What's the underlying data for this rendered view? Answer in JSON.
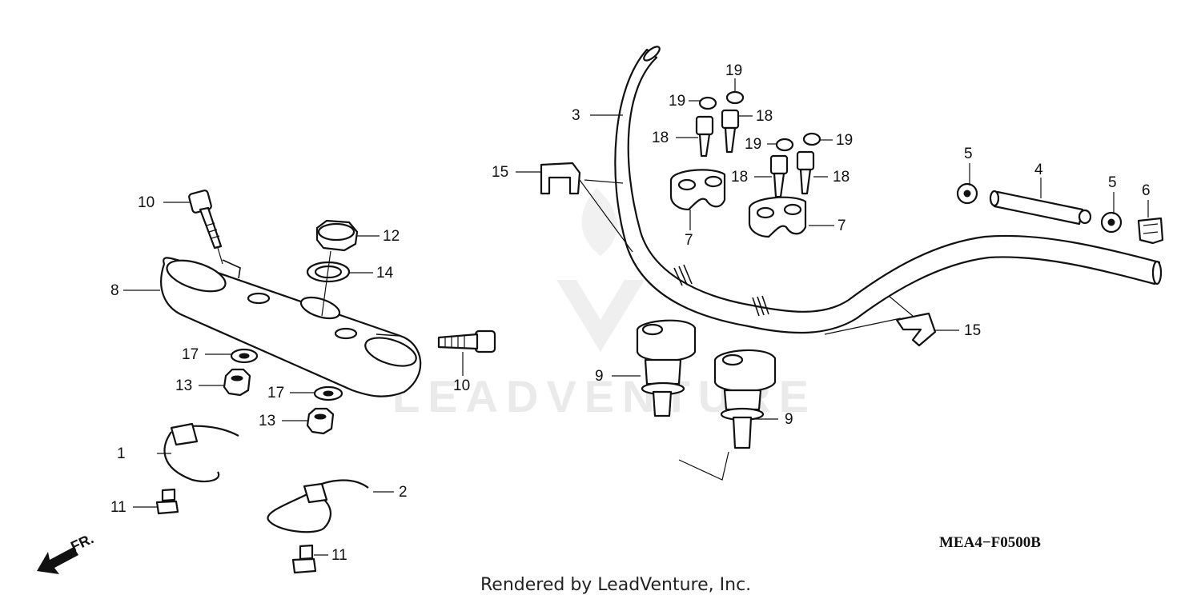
{
  "diagram": {
    "code": "MEA4−F0500B",
    "credit": "Rendered by LeadVenture, Inc.",
    "direction_label": "FR.",
    "watermark": "LEADVENTURE",
    "callouts": [
      {
        "id": "c1",
        "label": "1"
      },
      {
        "id": "c2",
        "label": "2"
      },
      {
        "id": "c3",
        "label": "3"
      },
      {
        "id": "c4",
        "label": "4"
      },
      {
        "id": "c5a",
        "label": "5"
      },
      {
        "id": "c5b",
        "label": "5"
      },
      {
        "id": "c6",
        "label": "6"
      },
      {
        "id": "c7a",
        "label": "7"
      },
      {
        "id": "c7b",
        "label": "7"
      },
      {
        "id": "c8",
        "label": "8"
      },
      {
        "id": "c9a",
        "label": "9"
      },
      {
        "id": "c9b",
        "label": "9"
      },
      {
        "id": "c10a",
        "label": "10"
      },
      {
        "id": "c10b",
        "label": "10"
      },
      {
        "id": "c11a",
        "label": "11"
      },
      {
        "id": "c11b",
        "label": "11"
      },
      {
        "id": "c12",
        "label": "12"
      },
      {
        "id": "c13a",
        "label": "13"
      },
      {
        "id": "c13b",
        "label": "13"
      },
      {
        "id": "c14",
        "label": "14"
      },
      {
        "id": "c15a",
        "label": "15"
      },
      {
        "id": "c15b",
        "label": "15"
      },
      {
        "id": "c17a",
        "label": "17"
      },
      {
        "id": "c17b",
        "label": "17"
      },
      {
        "id": "c18a",
        "label": "18"
      },
      {
        "id": "c18b",
        "label": "18"
      },
      {
        "id": "c18c",
        "label": "18"
      },
      {
        "id": "c18d",
        "label": "18"
      },
      {
        "id": "c19a",
        "label": "19"
      },
      {
        "id": "c19b",
        "label": "19"
      },
      {
        "id": "c19c",
        "label": "19"
      },
      {
        "id": "c19d",
        "label": "19"
      }
    ]
  }
}
